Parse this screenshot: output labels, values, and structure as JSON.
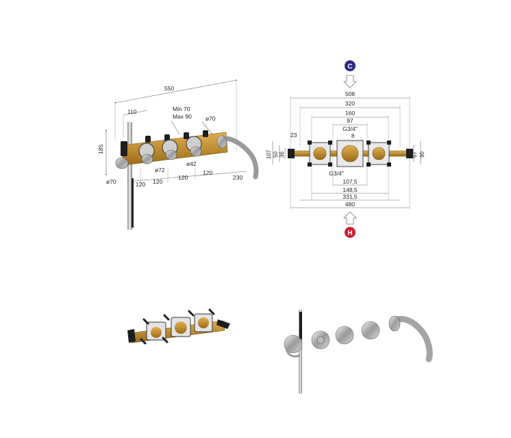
{
  "iso_view": {
    "dims": {
      "total_width": "550",
      "hand_shower_offset": "110",
      "depth_min": "Min 70",
      "depth_max": "Max 90",
      "spout_diameter": "ø70",
      "height": "185",
      "knob_diameter": "ø72",
      "inner_diameter": "ø42",
      "holder_diameter": "ø70",
      "spacing_1": "120",
      "spacing_2": "120",
      "spacing_3": "120",
      "spacing_4": "120",
      "spout_length": "230"
    }
  },
  "front_view": {
    "markers": {
      "cold": "C",
      "hot": "H"
    },
    "colors": {
      "cold": "#2c2a7e",
      "hot": "#c8202f"
    },
    "dims_top": [
      "508",
      "320",
      "160",
      "97"
    ],
    "thread_top": "G3/4\"",
    "thread_top_small": "8",
    "dims_bottom": [
      "107,5",
      "148,5",
      "331,5",
      "480"
    ],
    "thread_bottom": "G3/4\"",
    "left_dims": {
      "offset": "23",
      "h1": "107",
      "h2": "50",
      "h3": "36"
    },
    "right_dims": {
      "h1": "67",
      "h2": "90"
    }
  }
}
